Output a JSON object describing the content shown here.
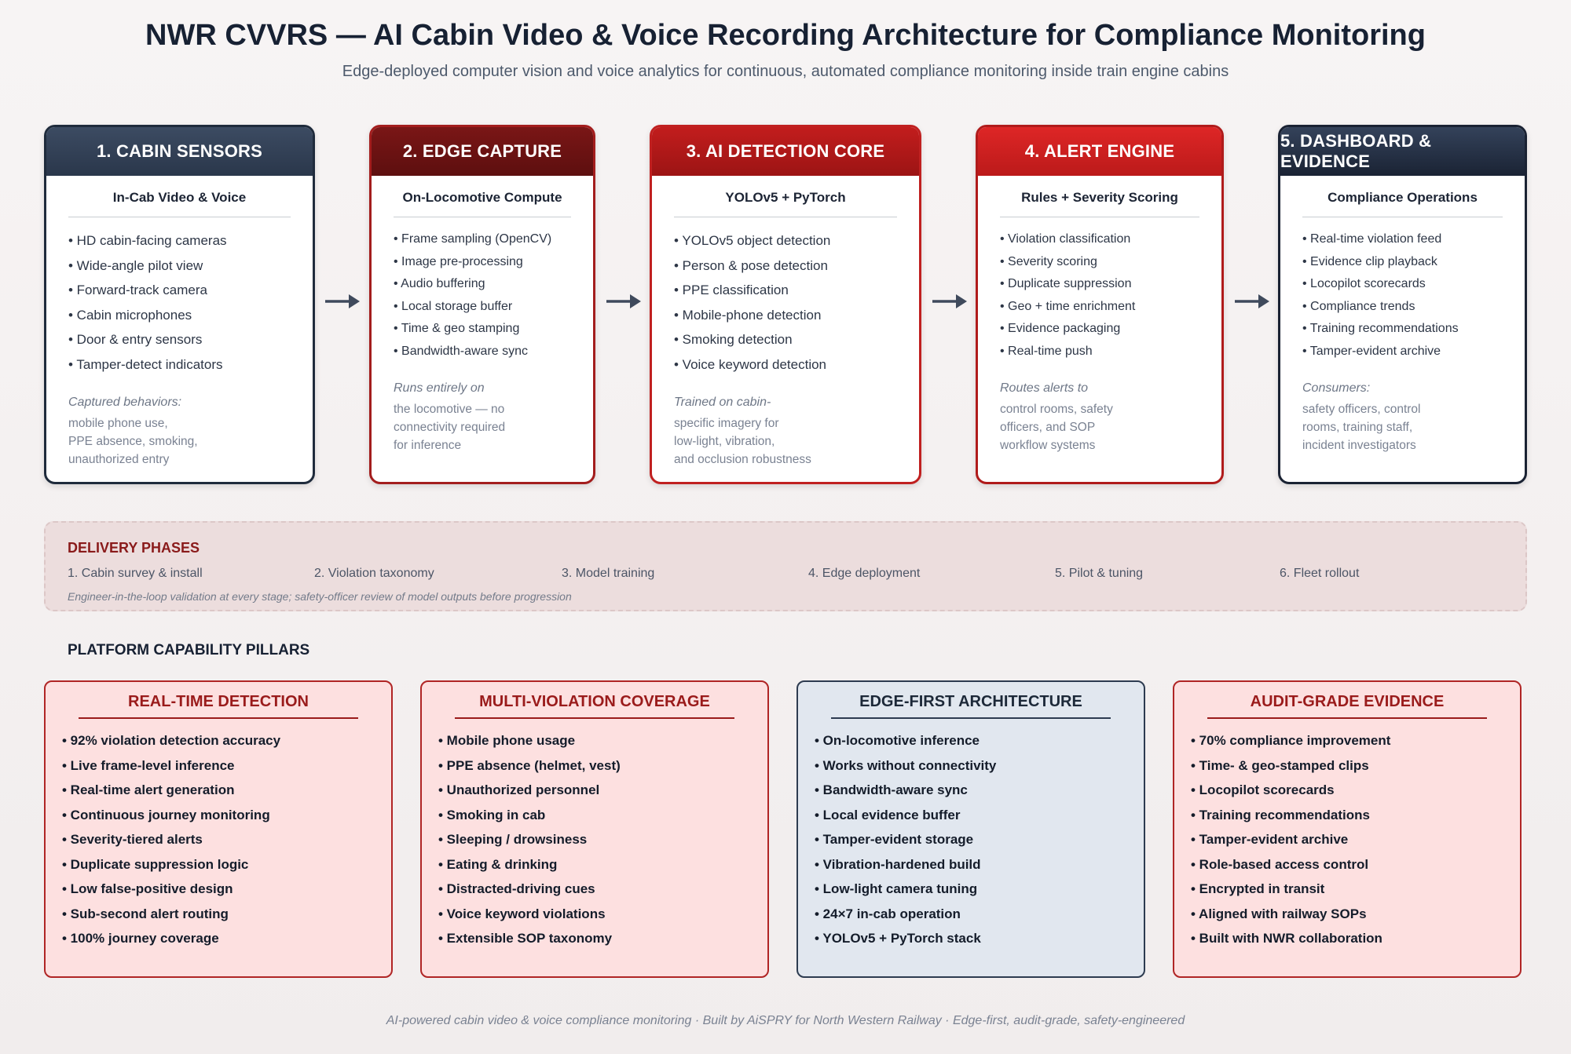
{
  "header": {
    "title": "NWR CVVRS — AI Cabin Video & Voice Recording Architecture for Compliance Monitoring",
    "subtitle": "Edge-deployed computer vision and voice analytics for continuous, automated compliance monitoring inside train engine cabins"
  },
  "stages": [
    {
      "title": "1. CABIN SENSORS",
      "subtitle": "In-Cab Video & Voice",
      "items": [
        "• HD cabin-facing cameras",
        "• Wide-angle pilot view",
        "• Forward-track camera",
        "• Cabin microphones",
        "• Door & entry sensors",
        "• Tamper-detect indicators"
      ],
      "note_label": "Captured behaviors:",
      "note_lines": [
        "mobile phone use,",
        "PPE absence, smoking,",
        "unauthorized entry"
      ]
    },
    {
      "title": "2. EDGE CAPTURE",
      "subtitle": "On-Locomotive Compute",
      "items": [
        "• Frame sampling (OpenCV)",
        "• Image pre-processing",
        "• Audio buffering",
        "• Local storage buffer",
        "• Time & geo stamping",
        "• Bandwidth-aware sync"
      ],
      "note_label": "Runs entirely on",
      "note_lines": [
        "the locomotive — no",
        "connectivity required",
        "for inference"
      ]
    },
    {
      "title": "3. AI DETECTION CORE",
      "subtitle": "YOLOv5 + PyTorch",
      "items": [
        "• YOLOv5 object detection",
        "• Person & pose detection",
        "• PPE classification",
        "• Mobile-phone detection",
        "• Smoking detection",
        "• Voice keyword detection"
      ],
      "note_label": "Trained on cabin-",
      "note_lines": [
        "specific imagery for",
        "low-light, vibration,",
        "and occlusion robustness"
      ]
    },
    {
      "title": "4. ALERT ENGINE",
      "subtitle": "Rules + Severity Scoring",
      "items": [
        "• Violation classification",
        "• Severity scoring",
        "• Duplicate suppression",
        "• Geo + time enrichment",
        "• Evidence packaging",
        "• Real-time push"
      ],
      "note_label": "Routes alerts to",
      "note_lines": [
        "control rooms, safety",
        "officers, and SOP",
        "workflow systems"
      ]
    },
    {
      "title": "5. DASHBOARD & EVIDENCE",
      "subtitle": "Compliance Operations",
      "items": [
        "• Real-time violation feed",
        "• Evidence clip playback",
        "• Locopilot scorecards",
        "• Compliance trends",
        "• Training recommendations",
        "• Tamper-evident archive"
      ],
      "note_label": "Consumers:",
      "note_lines": [
        "safety officers, control",
        "rooms, training staff,",
        "incident investigators"
      ]
    }
  ],
  "phases": {
    "title": "DELIVERY PHASES",
    "items": [
      "1. Cabin survey & install",
      "2. Violation taxonomy",
      "3. Model training",
      "4. Edge deployment",
      "5. Pilot & tuning",
      "6. Fleet rollout"
    ],
    "note": "Engineer-in-the-loop validation at every stage; safety-officer review of model outputs before progression"
  },
  "pillars": {
    "heading": "PLATFORM CAPABILITY PILLARS",
    "items": [
      {
        "title": "REAL-TIME DETECTION",
        "items": [
          "• 92% violation detection accuracy",
          "• Live frame-level inference",
          "• Real-time alert generation",
          "• Continuous journey monitoring",
          "• Severity-tiered alerts",
          "• Duplicate suppression logic",
          "• Low false-positive design",
          "• Sub-second alert routing",
          "• 100% journey coverage"
        ]
      },
      {
        "title": "MULTI-VIOLATION COVERAGE",
        "items": [
          "• Mobile phone usage",
          "• PPE absence (helmet, vest)",
          "• Unauthorized personnel",
          "• Smoking in cab",
          "• Sleeping / drowsiness",
          "• Eating & drinking",
          "• Distracted-driving cues",
          "• Voice keyword violations",
          "• Extensible SOP taxonomy"
        ]
      },
      {
        "title": "EDGE-FIRST ARCHITECTURE",
        "items": [
          "• On-locomotive inference",
          "• Works without connectivity",
          "• Bandwidth-aware sync",
          "• Local evidence buffer",
          "• Tamper-evident storage",
          "• Vibration-hardened build",
          "• Low-light camera tuning",
          "• 24×7 in-cab operation",
          "• YOLOv5 + PyTorch stack"
        ]
      },
      {
        "title": "AUDIT-GRADE EVIDENCE",
        "items": [
          "• 70% compliance improvement",
          "• Time- & geo-stamped clips",
          "• Locopilot scorecards",
          "• Training recommendations",
          "• Tamper-evident archive",
          "• Role-based access control",
          "• Encrypted in transit",
          "• Aligned with railway SOPs",
          "• Built with NWR collaboration"
        ]
      }
    ]
  },
  "footer": "AI-powered cabin video & voice compliance monitoring · Built by AiSPRY for North Western Railway · Edge-first, audit-grade, safety-engineered",
  "colors": {
    "arrow": "#3f4a5c",
    "accent_red": "#9a1b1b",
    "navy": "#1f2b3c"
  }
}
